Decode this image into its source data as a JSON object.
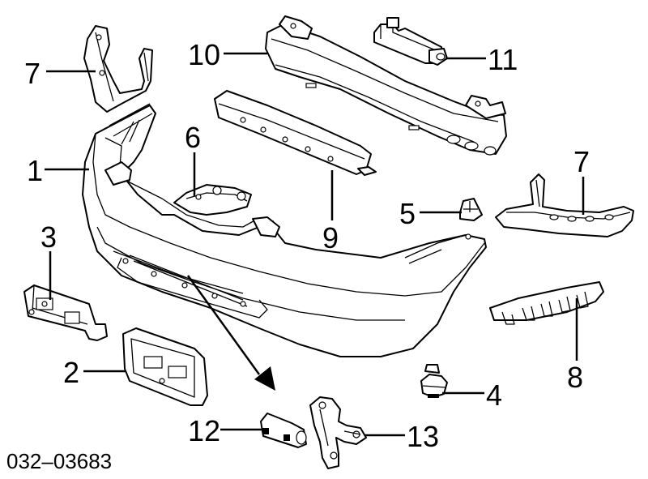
{
  "diagram": {
    "callouts": [
      {
        "id": "1",
        "label": "1"
      },
      {
        "id": "2",
        "label": "2"
      },
      {
        "id": "3",
        "label": "3"
      },
      {
        "id": "4",
        "label": "4"
      },
      {
        "id": "5",
        "label": "5"
      },
      {
        "id": "6",
        "label": "6"
      },
      {
        "id": "7a",
        "label": "7"
      },
      {
        "id": "7b",
        "label": "7"
      },
      {
        "id": "8",
        "label": "8"
      },
      {
        "id": "9",
        "label": "9"
      },
      {
        "id": "10",
        "label": "10"
      },
      {
        "id": "11",
        "label": "11"
      },
      {
        "id": "12",
        "label": "12"
      },
      {
        "id": "13",
        "label": "13"
      }
    ],
    "code": "032–03683"
  }
}
